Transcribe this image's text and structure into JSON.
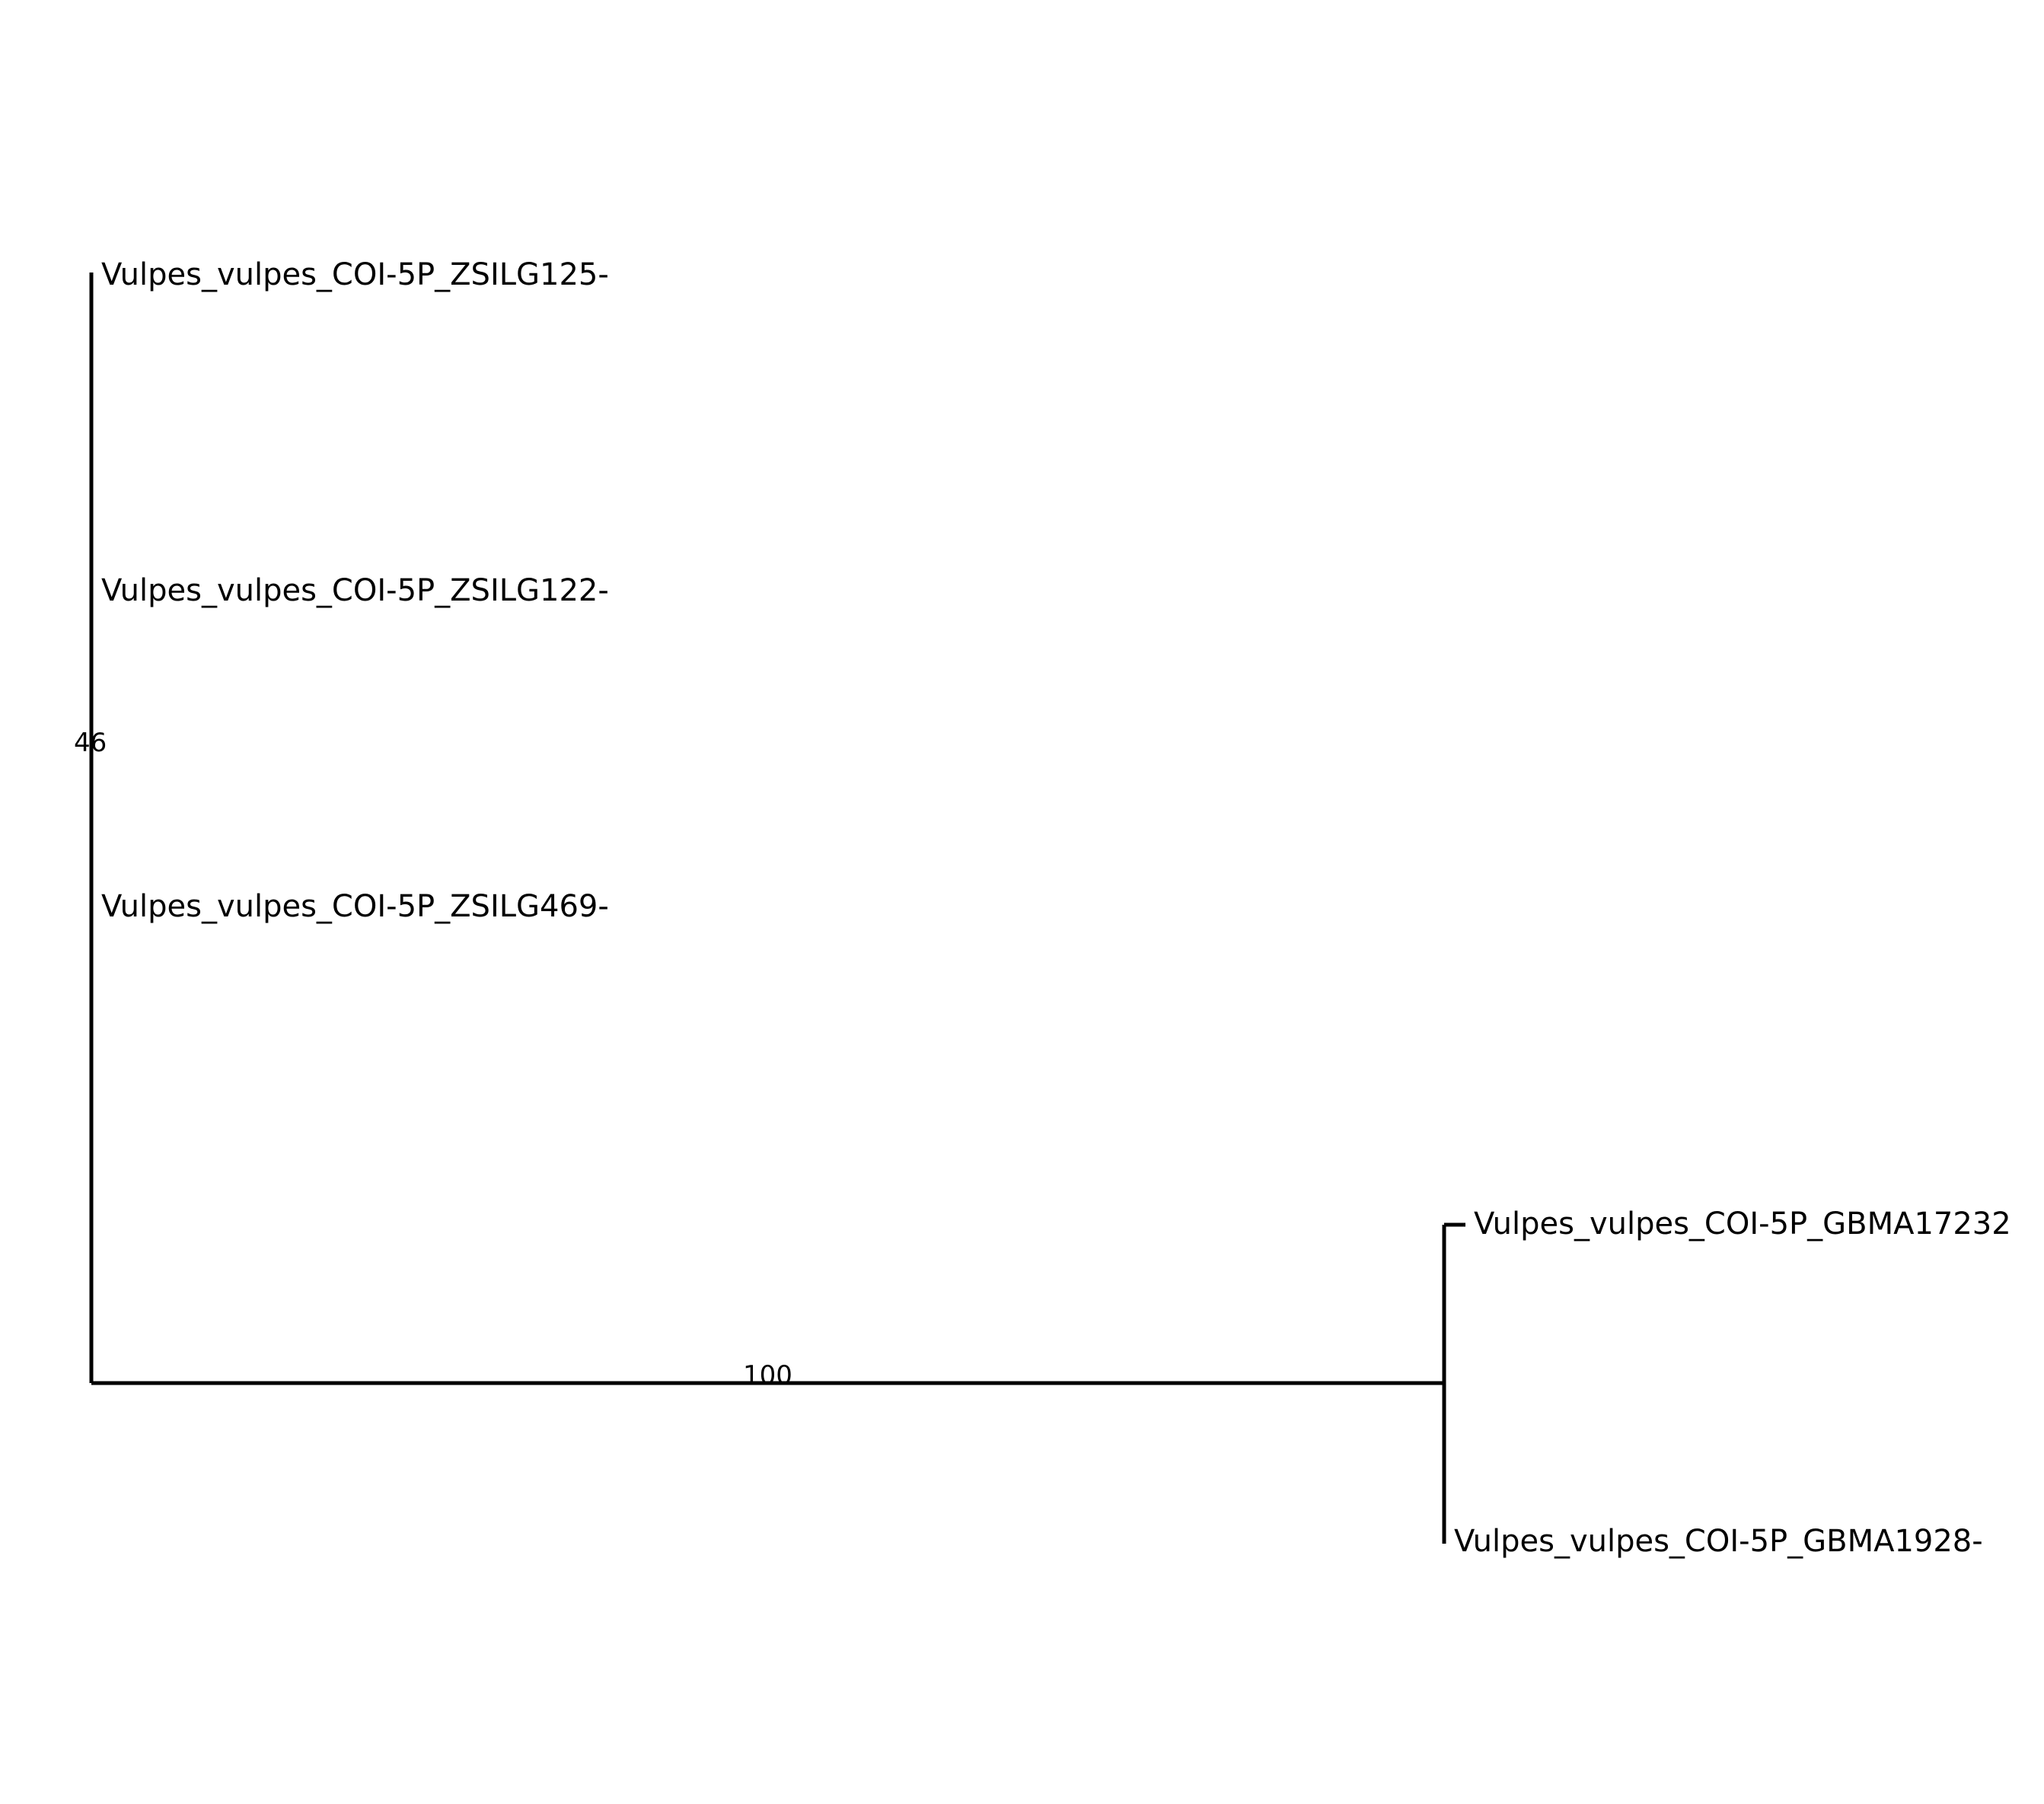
{
  "tree": {
    "line_color": "#000000",
    "leaves": [
      {
        "label": "Vulpes_vulpes_COI-5P_ZSILG125-"
      },
      {
        "label": "Vulpes_vulpes_COI-5P_ZSILG122-"
      },
      {
        "label": "Vulpes_vulpes_COI-5P_ZSILG469-"
      },
      {
        "label": "Vulpes_vulpes_COI-5P_GBMA17232"
      },
      {
        "label": "Vulpes_vulpes_COI-5P_GBMA1928-"
      }
    ],
    "support_values": {
      "root_node": "46",
      "gbma_clade": "100"
    }
  }
}
